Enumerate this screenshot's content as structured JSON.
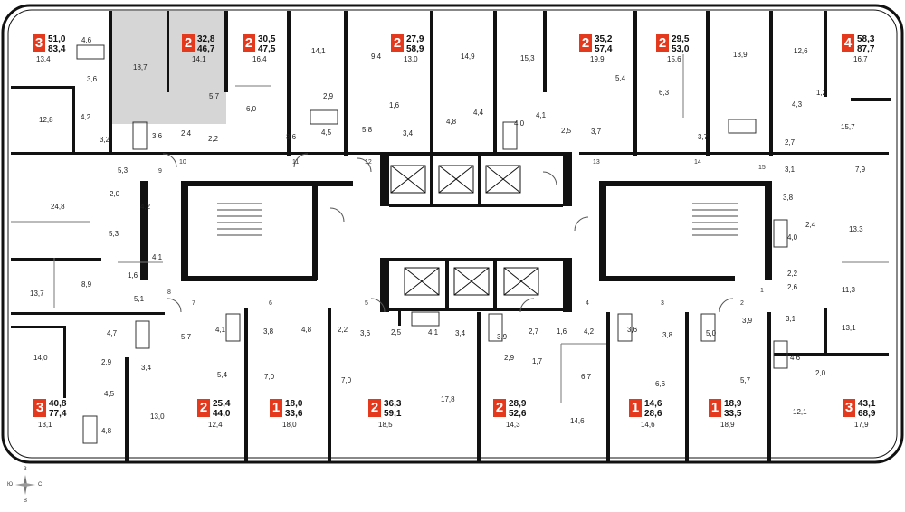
{
  "apartments": [
    {
      "rooms": "3",
      "total": "51,0",
      "living": "83,4",
      "extra": "13,4"
    },
    {
      "rooms": "2",
      "total": "32,8",
      "living": "46,7",
      "extra": "14,1"
    },
    {
      "rooms": "2",
      "total": "30,5",
      "living": "47,5",
      "extra": "16,4"
    },
    {
      "rooms": "2",
      "total": "27,9",
      "living": "58,9",
      "extra": "13,0"
    },
    {
      "rooms": "2",
      "total": "35,2",
      "living": "57,4",
      "extra": "19,9"
    },
    {
      "rooms": "2",
      "total": "29,5",
      "living": "53,0",
      "extra": "15,6"
    },
    {
      "rooms": "4",
      "total": "58,3",
      "living": "87,7",
      "extra": "16,7"
    },
    {
      "rooms": "3",
      "total": "40,8",
      "living": "77,4",
      "extra": "13,1"
    },
    {
      "rooms": "2",
      "total": "25,4",
      "living": "44,0",
      "extra": "12,4"
    },
    {
      "rooms": "1",
      "total": "18,0",
      "living": "33,6",
      "extra": "18,0"
    },
    {
      "rooms": "2",
      "total": "36,3",
      "living": "59,1",
      "extra": "18,5"
    },
    {
      "rooms": "2",
      "total": "28,9",
      "living": "52,6",
      "extra": "14,3"
    },
    {
      "rooms": "1",
      "total": "14,6",
      "living": "28,6",
      "extra": "14,6"
    },
    {
      "rooms": "1",
      "total": "18,9",
      "living": "33,5",
      "extra": "18,9"
    },
    {
      "rooms": "3",
      "total": "43,1",
      "living": "68,9",
      "extra": "17,9"
    }
  ],
  "rooms": [
    "4,6",
    "18,7",
    "14,1",
    "9,4",
    "14,9",
    "15,3",
    "13,9",
    "12,6",
    "3,6",
    "5,7",
    "6,0",
    "2,9",
    "1,6",
    "4,8",
    "4,4",
    "5,4",
    "6,3",
    "1,2",
    "4,2",
    "3,2",
    "12,8",
    "3,6",
    "2,4",
    "2,2",
    "4,5",
    "3,6",
    "5,8",
    "3,4",
    "4,0",
    "4,1",
    "2,5",
    "3,7",
    "3,7",
    "4,3",
    "15,7",
    "2,7",
    "3,1",
    "7,9",
    "5,3",
    "2,0",
    "24,8",
    "4,2",
    "5,3",
    "4,1",
    "1,6",
    "8,9",
    "13,7",
    "5,1",
    "3,8",
    "2,4",
    "13,3",
    "4,0",
    "2,2",
    "2,6",
    "11,3",
    "3,1",
    "13,1",
    "5,7",
    "4,1",
    "3,8",
    "4,8",
    "2,2",
    "3,6",
    "2,5",
    "4,1",
    "3,4",
    "3,9",
    "2,7",
    "1,6",
    "4,2",
    "3,6",
    "3,8",
    "5,0",
    "3,9",
    "4,7",
    "14,0",
    "2,9",
    "3,4",
    "5,4",
    "7,0",
    "7,0",
    "2,9",
    "1,7",
    "6,7",
    "6,6",
    "5,7",
    "4,6",
    "2,0",
    "4,5",
    "13,0",
    "17,8",
    "14,6",
    "12,1",
    "4,8"
  ],
  "entries": [
    "10",
    "11",
    "12",
    "13",
    "14",
    "15",
    "9",
    "8",
    "7",
    "6",
    "5",
    "4",
    "3",
    "2",
    "1"
  ],
  "compass": {
    "n": "З",
    "s": "В",
    "w": "Ю",
    "e": "С"
  }
}
